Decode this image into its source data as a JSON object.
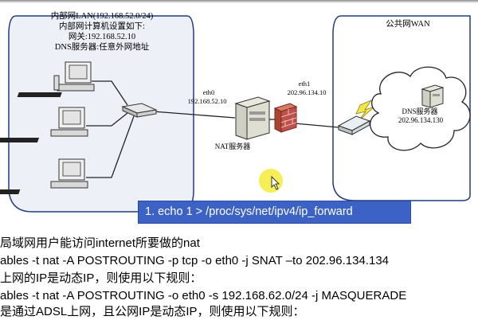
{
  "lan": {
    "title": "内部网LAN(192.168.52.0/24)",
    "line1": "内部网计算机设置如下:",
    "line2": "网关:192.168.52.10",
    "line3": "DNS服务器:任意外网地址"
  },
  "wan": {
    "title": "公共网WAN"
  },
  "nat": {
    "eth0_label": "eth0",
    "eth0_ip": "192.168.52.10",
    "eth1_label": "eth1",
    "eth1_ip": "202.96.134.10",
    "server_label": "NAT服务器"
  },
  "dns": {
    "label": "DNS服务器",
    "ip": "202.96.134.130"
  },
  "callout": {
    "text": "1. echo 1 > /proc/sys/net/ipv4/ip_forward"
  },
  "notes": [
    "局域网用户能访问internet所要做的nat",
    "ables -t nat -A POSTROUTING -p tcp -o eth0 -j SNAT –to 202.96.134.134",
    "上网的IP是动态IP，则使用以下规则：",
    "ables -t nat -A POSTROUTING -o eth0 -s 192.168.62.0/24 -j MASQUERADE",
    "是通过ADSL上网，且公网IP是动态IP，则使用以下规则："
  ],
  "colors": {
    "lan_fill": "#eef0f8",
    "zone_border": "#1f3f7f",
    "callout_bg": "#3b62c4",
    "firewall": "#c0504d",
    "cursor": "#f5ea3a"
  }
}
